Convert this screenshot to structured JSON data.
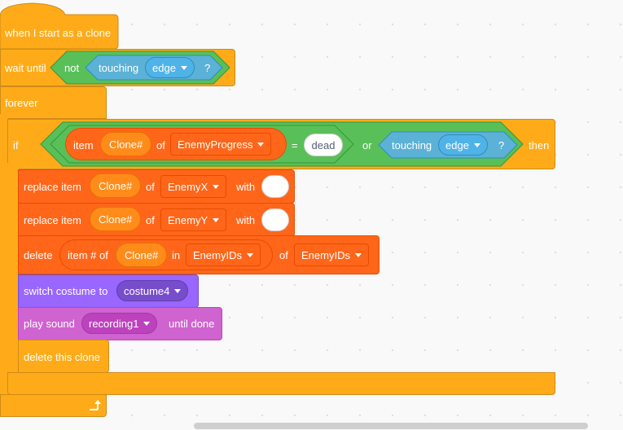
{
  "blocks": {
    "hat": {
      "label": "when I start as a clone"
    },
    "wait": {
      "label": "wait until",
      "not_label": "not",
      "touching_label": "touching",
      "touching_target": "edge",
      "question": "?"
    },
    "forever": {
      "label": "forever"
    },
    "if": {
      "label": "if",
      "item_label": "item",
      "index_var": "Clone#",
      "of_label": "of",
      "list": "EnemyProgress",
      "equals": "=",
      "value": "dead",
      "or_label": "or",
      "touching_label": "touching",
      "touching_target": "edge",
      "question": "?",
      "then_label": "then"
    },
    "replace1": {
      "label": "replace item",
      "index_var": "Clone#",
      "of_label": "of",
      "list": "EnemyX",
      "with_label": "with",
      "value": ""
    },
    "replace2": {
      "label": "replace item",
      "index_var": "Clone#",
      "of_label": "of",
      "list": "EnemyY",
      "with_label": "with",
      "value": ""
    },
    "delete": {
      "label": "delete",
      "item_num_label": "item # of",
      "index_var": "Clone#",
      "in_label": "in",
      "inner_list": "EnemyIDs",
      "of_label": "of",
      "list": "EnemyIDs"
    },
    "costume": {
      "label": "switch costume to",
      "value": "costume4"
    },
    "sound": {
      "label": "play sound",
      "value": "recording1",
      "until_label": "until done"
    },
    "delete_clone": {
      "label": "delete this clone"
    }
  },
  "icons": {
    "loop_arrow": "loop-arrow-icon",
    "dropdown": "caret-down-icon"
  },
  "colors": {
    "events": "#ffab19",
    "control": "#ffab19",
    "operators": "#59c059",
    "sensing": "#5cb1d6",
    "lists": "#ff661a",
    "looks": "#9966ff",
    "sound": "#cf63cf"
  }
}
